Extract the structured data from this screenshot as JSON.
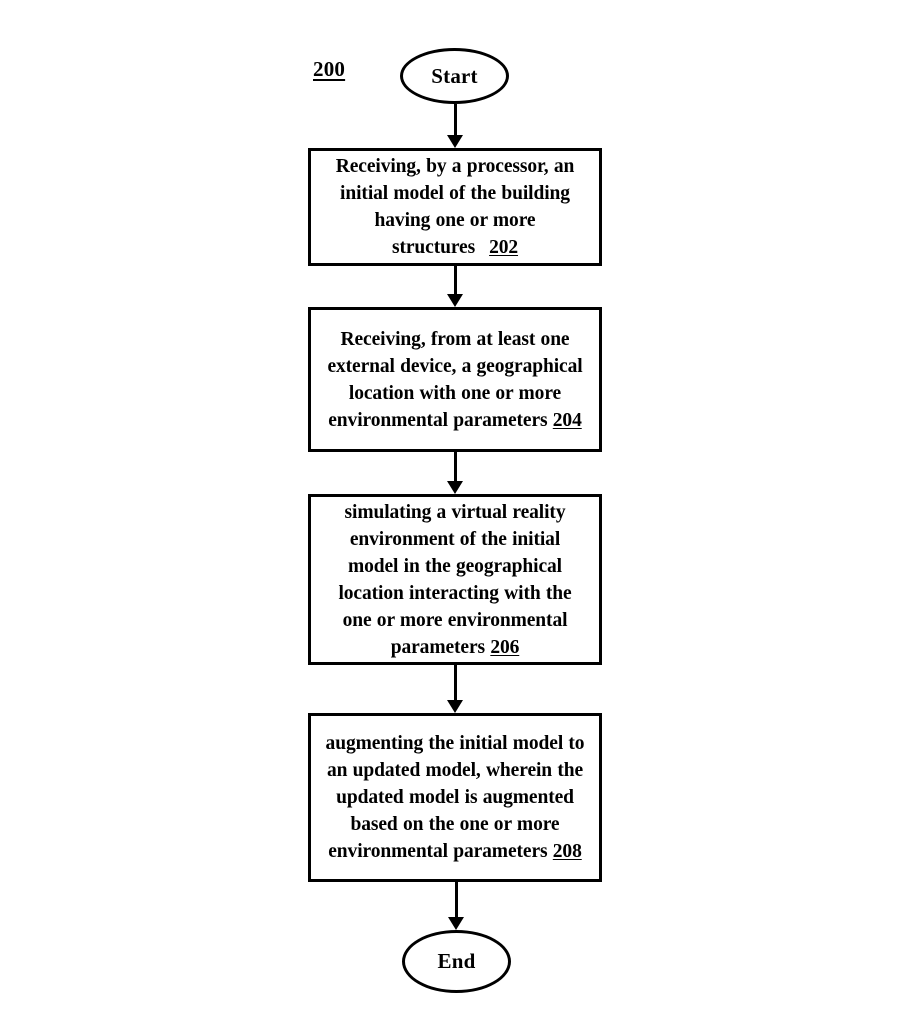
{
  "figure": {
    "number": "200",
    "background_color": "#ffffff",
    "line_color": "#000000"
  },
  "nodes": {
    "start": {
      "label": "Start",
      "shape": "ellipse"
    },
    "step_202": {
      "text": "Receiving, by a processor, an initial model of the building having one or more structures",
      "ref": "202",
      "shape": "rectangle"
    },
    "step_204": {
      "text": "Receiving, from at least one external device, a geographical location with one or more environmental parameters",
      "ref": "204",
      "shape": "rectangle"
    },
    "step_206": {
      "text": "simulating a virtual reality environment of the initial model in the geographical location interacting with the one or more environmental parameters",
      "ref": "206",
      "shape": "rectangle"
    },
    "step_208": {
      "text": "augmenting the initial model to an updated model, wherein the updated model is augmented based on the one or more environmental parameters",
      "ref": "208",
      "shape": "rectangle"
    },
    "end": {
      "label": "End",
      "shape": "ellipse"
    }
  }
}
